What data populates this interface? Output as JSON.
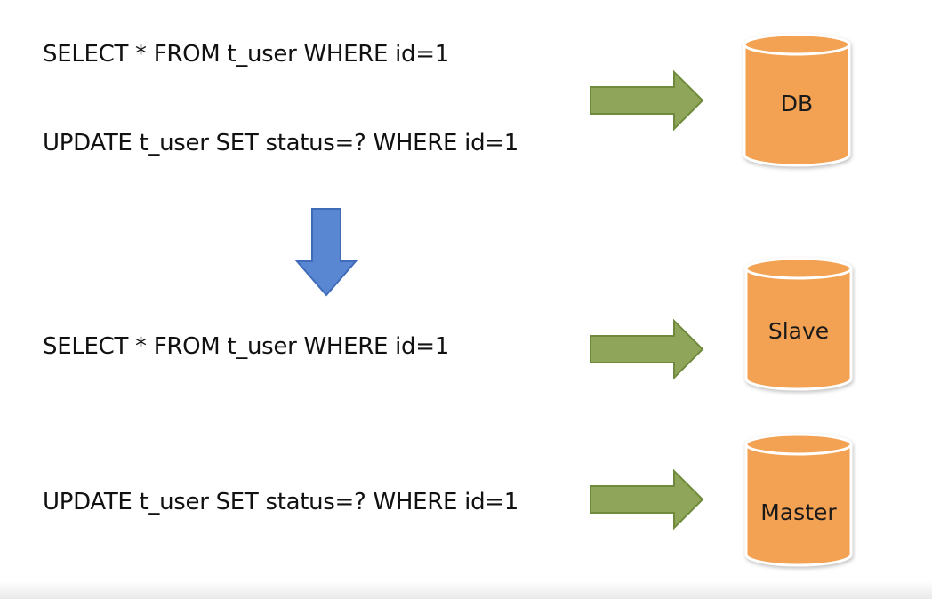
{
  "colors": {
    "arrow_right_fill": "#8fa65a",
    "arrow_right_stroke": "#6f8a3c",
    "arrow_down_fill": "#5a87d1",
    "arrow_down_stroke": "#3f6bb8",
    "db_fill": "#f3a152",
    "db_stroke": "#ffffff"
  },
  "top": {
    "select_query": "SELECT * FROM t_user WHERE id=1",
    "update_query": "UPDATE t_user SET status=? WHERE id=1",
    "db_label": "DB"
  },
  "split": {
    "select_query": "SELECT * FROM t_user WHERE id=1",
    "slave_label": "Slave",
    "update_query": "UPDATE t_user SET status=? WHERE id=1",
    "master_label": "Master"
  }
}
